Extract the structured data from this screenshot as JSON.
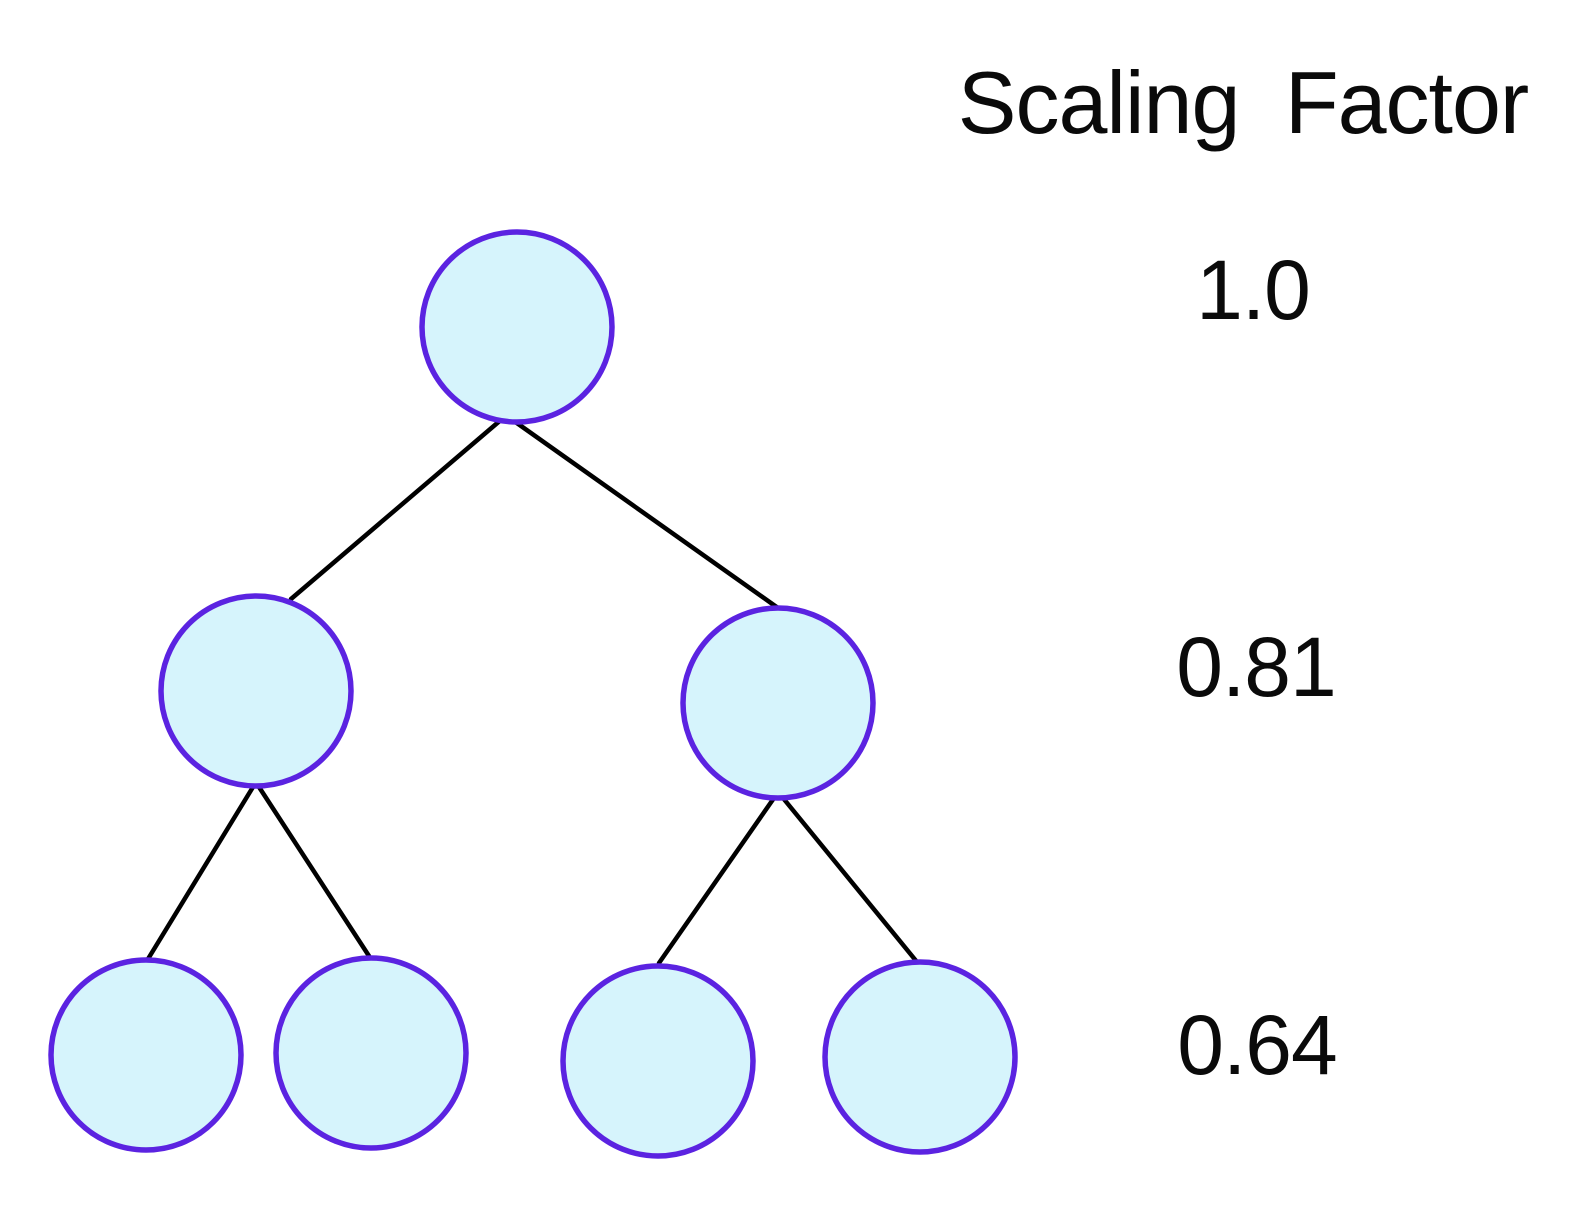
{
  "title": "Scaling Factor",
  "diagram": {
    "type": "binary-tree",
    "description": "Full binary tree, 3 levels, empty light-cyan nodes with violet outlines, black connector edges, per-level scaling factor labels on the right",
    "levels": [
      {
        "depth": 0,
        "node_count": 1,
        "scaling_factor": "1.0"
      },
      {
        "depth": 1,
        "node_count": 2,
        "scaling_factor": "0.81"
      },
      {
        "depth": 2,
        "node_count": 4,
        "scaling_factor": "0.64"
      }
    ],
    "colors": {
      "node_fill": "#d6f4fc",
      "node_stroke": "#5b23e1",
      "edge": "#000000",
      "text": "#0a0a0a",
      "background": "#ffffff"
    }
  }
}
